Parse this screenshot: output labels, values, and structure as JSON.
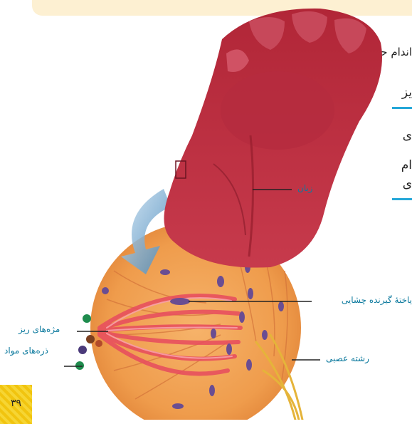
{
  "question_text": "اندام حس چشایی چیست؟ زب",
  "side_text": [
    "یز",
    "ی",
    "ام",
    "ی"
  ],
  "labels": {
    "tongue": "زبان",
    "taste_receptor_cell": "یاختهٔ گیرنده چشایی",
    "microvilli": "مژه‌های ریز",
    "particles": "ذره‌های مواد",
    "nerve_fiber": "رشته عصبی"
  },
  "page_number": "۳۹",
  "colors": {
    "accent_blue": "#25a7d8",
    "label_blue": "#0d7a9e",
    "tongue_red": "#c42f44",
    "bud_orange": "#f0a050",
    "band_cream": "#fdf0d2"
  }
}
